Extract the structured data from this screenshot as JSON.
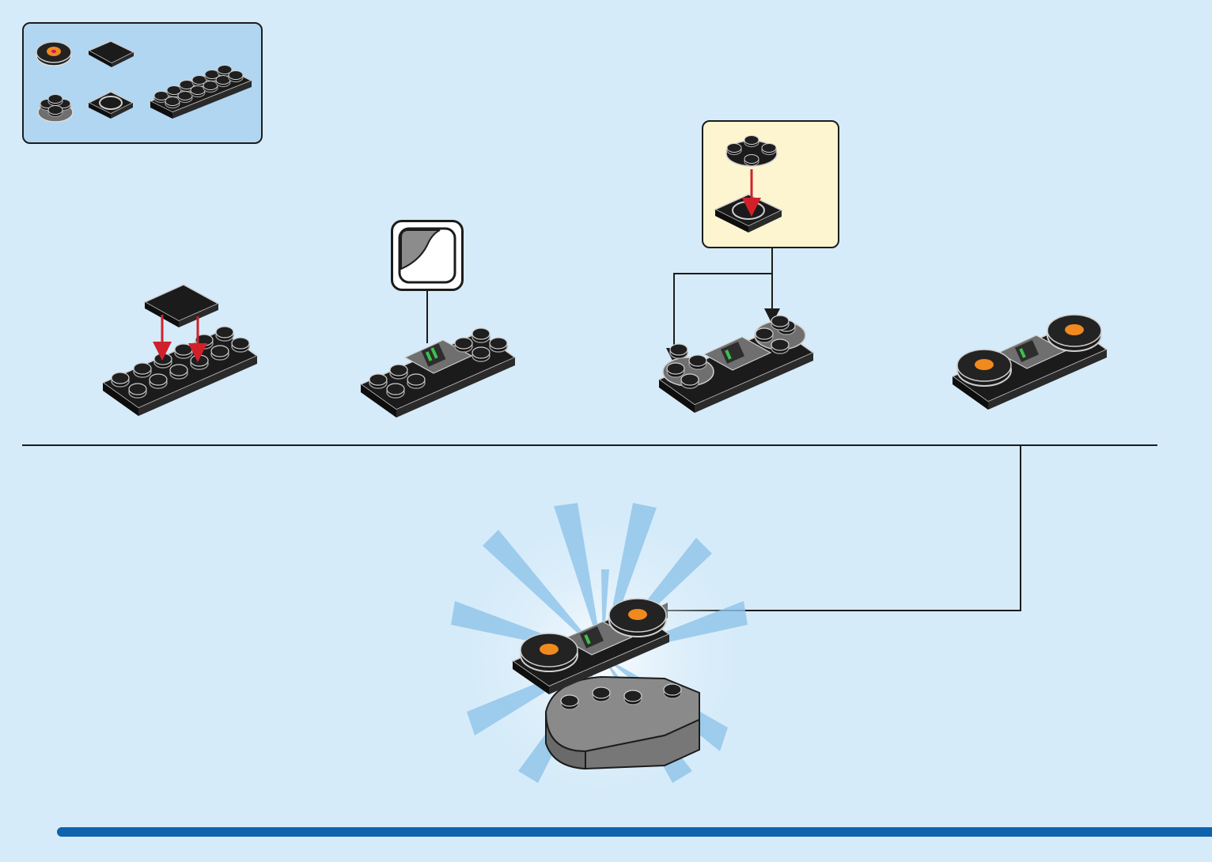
{
  "page": {
    "page_number": "",
    "colors": {
      "background": "#d6ebf9",
      "parts_box": "#b1d6f1",
      "sub_assembly_box": "#fdf5cf",
      "brick_black": "#1b1b1b",
      "brick_grey": "#6f6f6f",
      "arrow_red": "#d0212b",
      "footer_bar": "#0e63ad",
      "sticker_disc": "#f08a1f"
    }
  },
  "parts_list": {
    "items": [
      {
        "name": "round-tile-2x2-with-record-sticker",
        "icon": "record-tile-icon"
      },
      {
        "name": "tile-2x2-black",
        "icon": "flat-tile-icon"
      },
      {
        "name": "round-plate-2x2-black",
        "icon": "round-plate-icon"
      },
      {
        "name": "turntable-plate-2x2",
        "icon": "turntable-base-icon"
      },
      {
        "name": "plate-2x6-black",
        "icon": "long-plate-icon"
      }
    ]
  },
  "steps": [
    {
      "id": "step-1",
      "action": "attach-tile-to-plate",
      "arrow_color": "red"
    },
    {
      "id": "step-2",
      "action": "apply-mixer-sticker",
      "callout": "sticker-icon"
    },
    {
      "id": "step-3",
      "action": "attach-turntables",
      "callout": "sub-assembly"
    },
    {
      "id": "step-4",
      "action": "attach-record-tiles"
    }
  ],
  "final": {
    "action": "place-dj-deck-on-booth",
    "icon": "burst-rays-icon"
  }
}
